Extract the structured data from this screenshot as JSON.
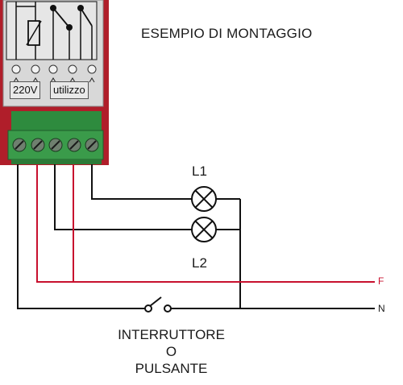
{
  "title": "ESEMPIO DI MONTAGGIO",
  "lamps": {
    "l1": "L1",
    "l2": "L2"
  },
  "lines": {
    "phase": "F",
    "neutral": "N"
  },
  "switch": {
    "line1": "INTERRUTTORE",
    "line2": "O",
    "line3": "PULSANTE"
  },
  "module": {
    "label_power": "220V",
    "label_output": "utilizzo"
  },
  "colors": {
    "phase_wire": "#c8102e",
    "neutral_wire": "#111111",
    "module_body": "#d8d8d8",
    "module_base": "#b01e2a",
    "terminal_block": "#2e8b3e"
  },
  "icons": [
    "lamp-icon",
    "switch-icon",
    "relay-coil-icon",
    "terminal-screw-icon"
  ]
}
